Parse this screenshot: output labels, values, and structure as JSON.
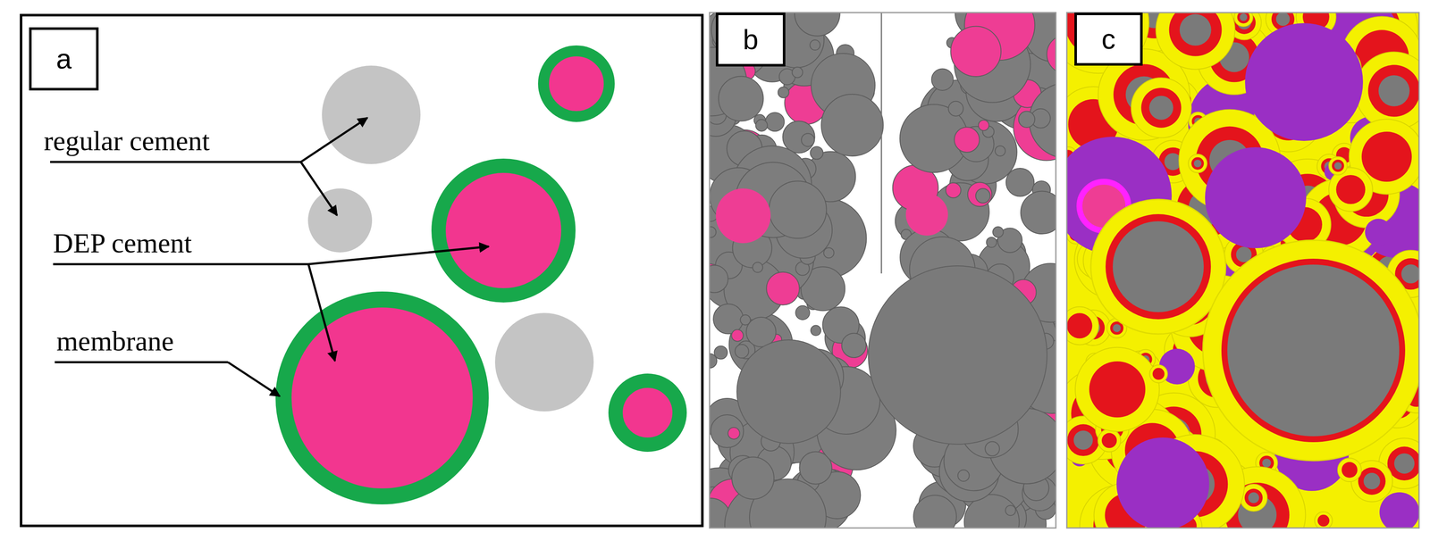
{
  "diagram": {
    "nodes": [
      {
        "text": [
          "a"
        ]
      },
      {
        "text": [
          "b"
        ]
      },
      {
        "text": [
          "c"
        ]
      }
    ],
    "labels": [
      "regular cement",
      "DEP cement",
      "membrane"
    ]
  }
}
